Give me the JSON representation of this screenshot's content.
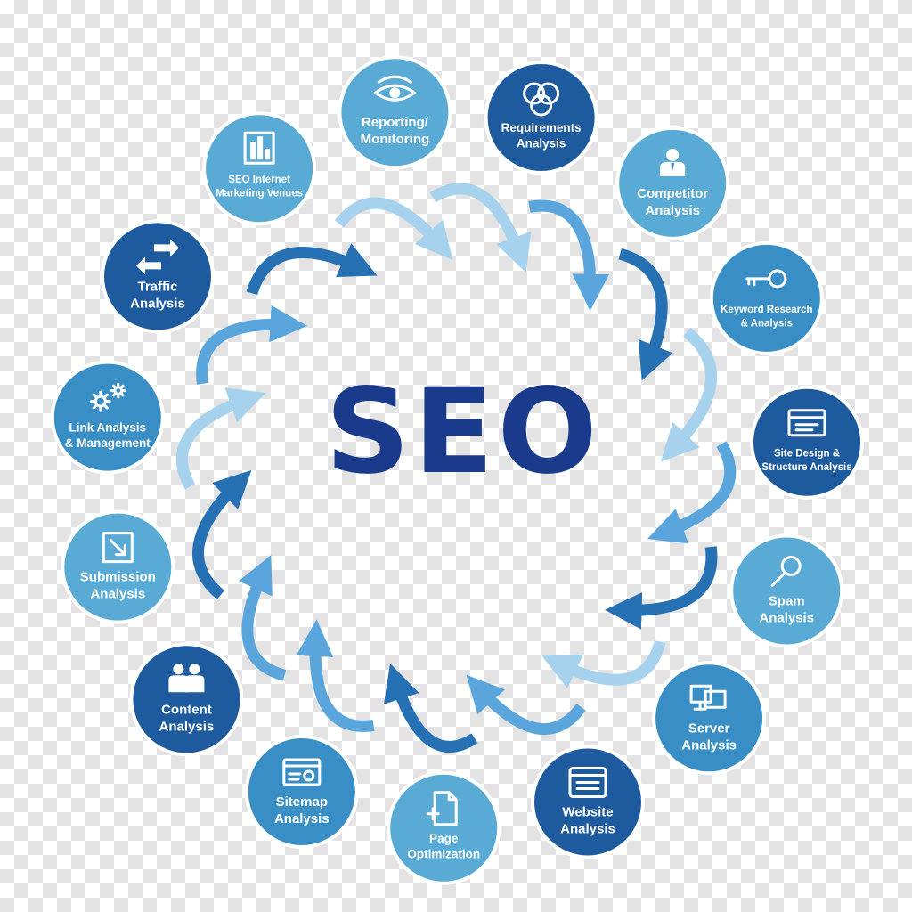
{
  "center": {
    "title": "SEO"
  },
  "colors": {
    "dark": "#1d5a9e",
    "medium": "#3a8ec6",
    "light": "#5aaad6",
    "arrow_dark": "#2670b4",
    "arrow_medium": "#5aa6dc",
    "arrow_light": "#a6d2ee",
    "title": "#1a3a8c"
  },
  "nodes": [
    {
      "id": "reporting",
      "lines": [
        "Reporting/",
        "Monitoring"
      ],
      "icon": "eye-icon",
      "shade": "light"
    },
    {
      "id": "requirements",
      "lines": [
        "Requirements",
        "Analysis"
      ],
      "icon": "overlapping-circles-icon",
      "shade": "dark"
    },
    {
      "id": "competitor",
      "lines": [
        "Competitor",
        "Analysis"
      ],
      "icon": "person-icon",
      "shade": "light"
    },
    {
      "id": "keyword",
      "lines": [
        "Keyword Research",
        "& Analysis"
      ],
      "icon": "key-icon",
      "shade": "medium"
    },
    {
      "id": "site-design",
      "lines": [
        "Site Design &",
        "Structure Analysis"
      ],
      "icon": "browser-window-icon",
      "shade": "dark"
    },
    {
      "id": "spam",
      "lines": [
        "Spam",
        "Analysis"
      ],
      "icon": "magnifier-icon",
      "shade": "light"
    },
    {
      "id": "server",
      "lines": [
        "Server",
        "Analysis"
      ],
      "icon": "monitors-icon",
      "shade": "medium"
    },
    {
      "id": "website",
      "lines": [
        "Website",
        "Analysis"
      ],
      "icon": "webpage-icon",
      "shade": "dark"
    },
    {
      "id": "page-optimization",
      "lines": [
        "Page",
        "Optimization"
      ],
      "icon": "document-plus-icon",
      "shade": "light"
    },
    {
      "id": "sitemap",
      "lines": [
        "Sitemap",
        "Analysis"
      ],
      "icon": "sitemap-window-icon",
      "shade": "medium"
    },
    {
      "id": "content",
      "lines": [
        "Content",
        "Analysis"
      ],
      "icon": "people-icon",
      "shade": "dark"
    },
    {
      "id": "submission",
      "lines": [
        "Submission",
        "Analysis"
      ],
      "icon": "submit-box-icon",
      "shade": "light"
    },
    {
      "id": "link",
      "lines": [
        "Link Analysis",
        "& Management"
      ],
      "icon": "gears-icon",
      "shade": "medium"
    },
    {
      "id": "traffic",
      "lines": [
        "Traffic",
        "Analysis"
      ],
      "icon": "two-way-arrows-icon",
      "shade": "dark"
    },
    {
      "id": "seo-internet",
      "lines": [
        "SEO Internet",
        "Marketing Venues"
      ],
      "icon": "bar-chart-icon",
      "shade": "light"
    }
  ]
}
